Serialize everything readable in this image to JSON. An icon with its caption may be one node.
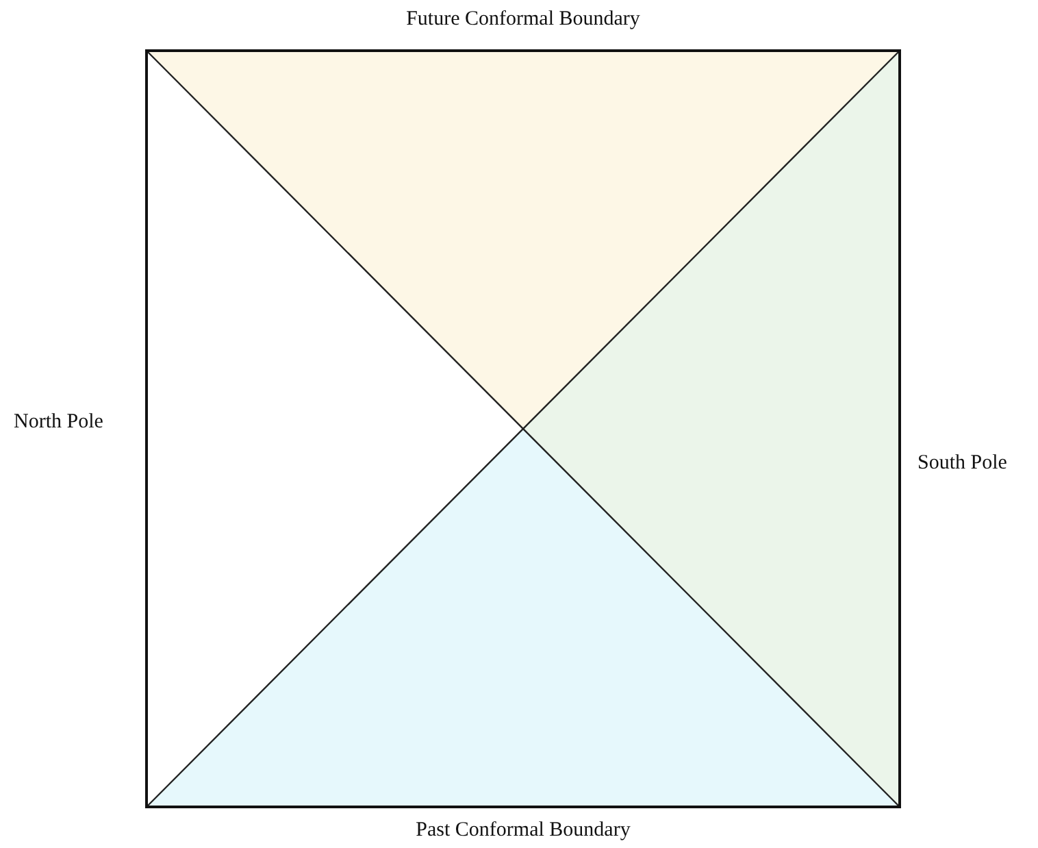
{
  "diagram": {
    "labels": [
      "Future Conformal Boundary",
      "North Pole",
      "South Pole",
      "Past Conformal Boundary"
    ]
  }
}
